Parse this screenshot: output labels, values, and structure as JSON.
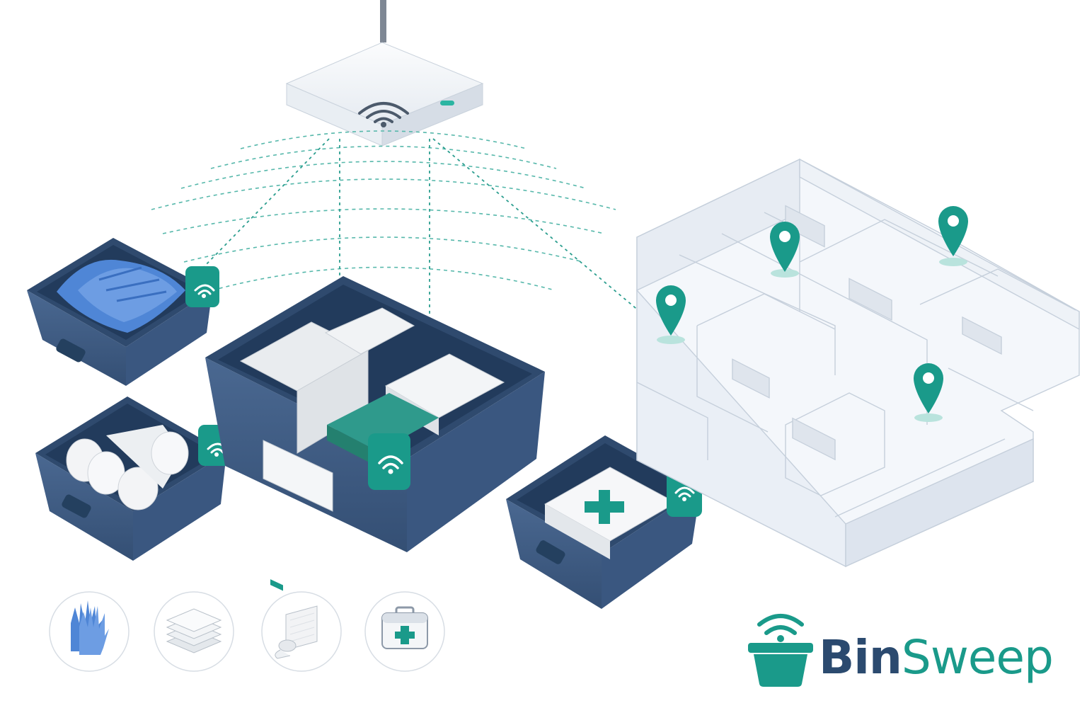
{
  "brand": {
    "name_part1": "Bin",
    "name_part2": "Sweep",
    "logo_icon": "bin-with-wifi-icon"
  },
  "colors": {
    "teal": "#1a9a8a",
    "navy": "#3f5c82",
    "navy_dark": "#2b4a6f",
    "glove_blue": "#4f86d6"
  },
  "icons": [
    "gloves-icon",
    "gauze-pads-icon",
    "bandage-roll-icon",
    "first-aid-kit-icon"
  ],
  "floor_plan": {
    "location_pins": 4
  }
}
